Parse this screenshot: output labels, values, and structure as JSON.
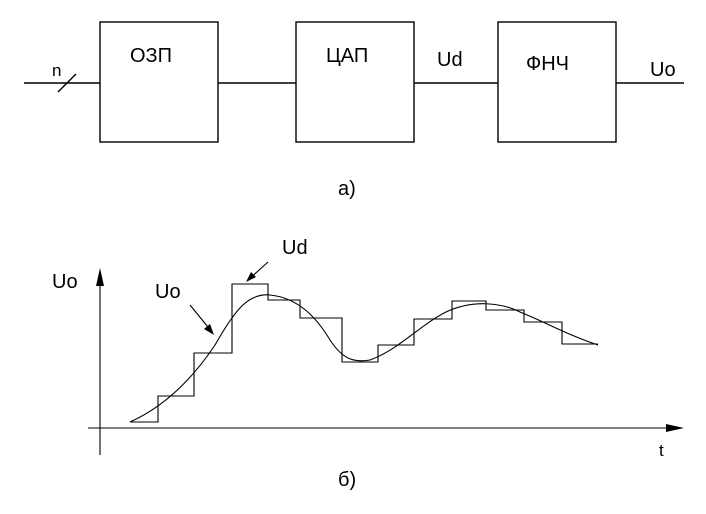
{
  "diagram_a": {
    "blocks": [
      "ОЗП",
      "ЦАП",
      "ФНЧ"
    ],
    "input_label": "n",
    "dac_output_label": "Ud",
    "output_label": "Uo",
    "caption": "а)"
  },
  "diagram_b": {
    "y_axis_label": "Uo",
    "x_axis_label": "t",
    "stepped_signal_label": "Ud",
    "smooth_signal_label": "Uo",
    "caption": "б)"
  },
  "colors": {
    "line": "#000000",
    "background": "#ffffff"
  }
}
